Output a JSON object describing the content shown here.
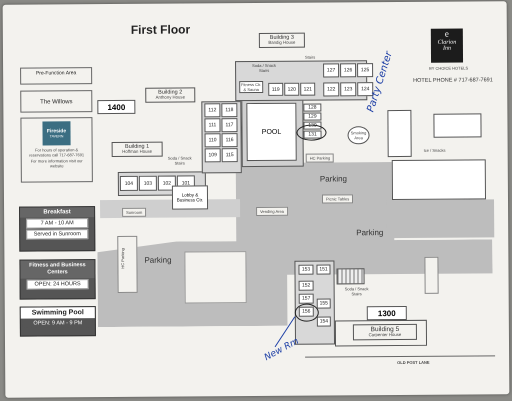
{
  "title": "First Floor",
  "brand": {
    "name_line1": "Clarion",
    "name_line2": "Inn",
    "tagline": "BY CHOICE HOTELS"
  },
  "hotel_phone": "HOTEL PHONE # 717-687-7691",
  "left_panel": {
    "pre_function": "Pre-Function Area",
    "willows": "The Willows",
    "fireside": {
      "name": "Fireside",
      "sub": "TAVERN",
      "hours": "For hours of operation & reservations call 717-687-7691",
      "web": "For more information visit our website"
    },
    "breakfast": {
      "heading": "Breakfast",
      "hours": "7 AM - 10 AM",
      "location": "Served in Sunroom"
    },
    "fitness": {
      "heading": "Fitness and Business Centers",
      "hours": "OPEN: 24 HOURS"
    },
    "pool": {
      "heading": "Swimming Pool",
      "hours": "OPEN: 9 AM - 9 PM"
    }
  },
  "buildings": {
    "b1": {
      "name": "Building 1",
      "sub": "Hoffman House"
    },
    "b2": {
      "name": "Building 2",
      "sub": "Anthony House"
    },
    "b3": {
      "name": "Building 3",
      "sub": "Bandig House"
    },
    "b5": {
      "name": "Building 5",
      "sub": "Carpenter House"
    }
  },
  "numbers": {
    "n1400": "1400",
    "n1300": "1300"
  },
  "rooms": {
    "b1": [
      "104",
      "103",
      "102",
      "101"
    ],
    "b2_left": [
      "112",
      "111",
      "110",
      "109"
    ],
    "b2_right": [
      "118",
      "117",
      "116",
      "115"
    ],
    "b3_front": [
      "119",
      "120",
      "121"
    ],
    "b3_upper": [
      "127",
      "126",
      "125"
    ],
    "b3_lower": [
      "122",
      "123",
      "124"
    ],
    "pool_side": [
      "128",
      "129",
      "130",
      "131"
    ],
    "b5_left": [
      "153",
      "156"
    ],
    "b5_mid": [
      "151",
      "152",
      "157",
      "155",
      "154"
    ]
  },
  "labels": {
    "pool": "POOL",
    "parking_1": "Parking",
    "parking_2": "Parking",
    "parking_3": "Parking",
    "hc_parking_1": "HC Parking",
    "hc_parking_2": "HC Parking",
    "lobby": "Lobby & Business Ctr.",
    "sunroom": "Sunroom",
    "vending_1": "Soda / Snack Stairs",
    "vending_2": "Soda / Snack Stairs",
    "vending_3": "Soda / Snack Stairs",
    "stairs": "Stairs",
    "fitness_sauna": "Fitness Ctr. & Sauna",
    "smoking": "Smoking Area",
    "vending_walk": "Vending Area",
    "picnic": "Picnic Tables",
    "ice": "Ice / Snacks",
    "lane": "OLD POST LANE"
  },
  "handwriting": {
    "party_center": "Party Center",
    "new_room": "New Rm"
  }
}
